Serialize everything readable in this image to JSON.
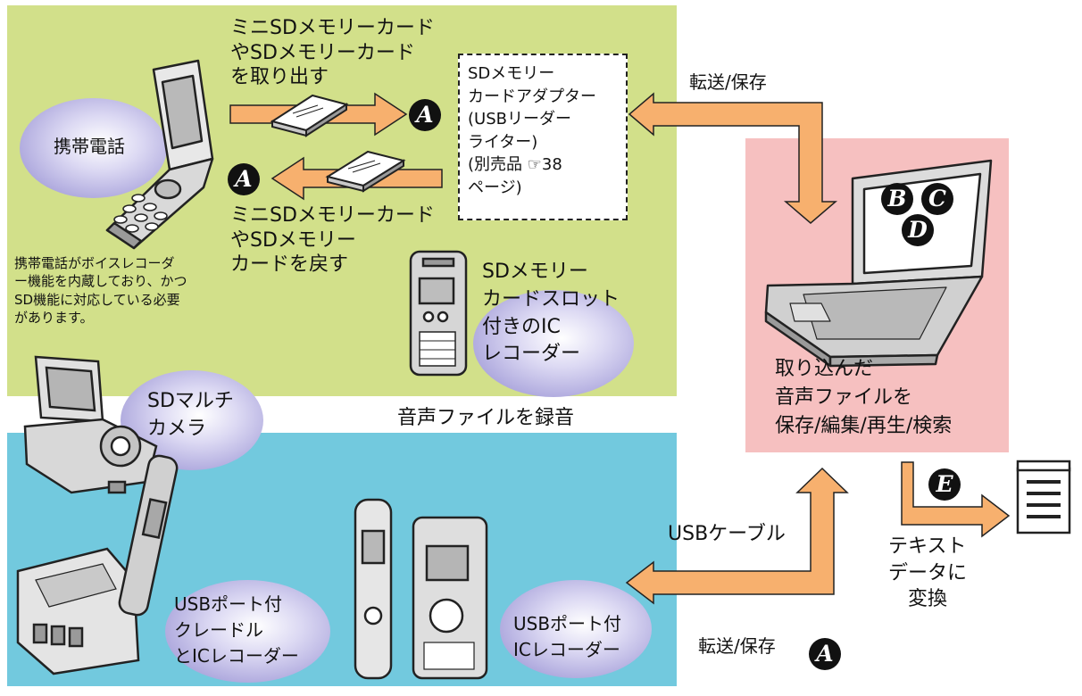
{
  "labels": {
    "sd_remove": "ミニSDメモリーカード\nやSDメモリーカード\nを取り出す",
    "sd_return": "ミニSDメモリーカード\nやSDメモリー\nカードを戻す",
    "adapter": "SDメモリー\nカードアダプター\n(USBリーダー\nライター)\n(別売品 ☞38\nページ)",
    "transfer_top": "転送/保存",
    "transfer_bottom": "転送/保存",
    "usb_cable": "USBケーブル",
    "phone_oval": "携帯電話",
    "phone_note": "携帯電話がボイスレコーダ\nー機能を内蔵しており、かつ\nSD機能に対応している必要\nがあります。",
    "ic_sd_slot": "SDメモリー\nカードスロット\n付きのIC\nレコーダー",
    "sd_camera": "SDマルチ\nカメラ",
    "record_audio": "音声ファイルを録音",
    "pc_actions": "取り込んだ\n音声ファイルを\n保存/編集/再生/検索",
    "to_text": "テキスト\nデータに\n　変換",
    "usb_cradle": "USBポート付\nクレードル\nとICレコーダー",
    "usb_ic": "USBポート付\nICレコーダー"
  },
  "badges": {
    "a": "A",
    "b": "B",
    "c": "C",
    "d": "D",
    "e": "E"
  },
  "colors": {
    "green_panel": "#d2e08a",
    "blue_panel": "#72c9de",
    "pink_panel": "#f6c0c0",
    "arrow": "#f7b06e",
    "oval": "#8f88cf"
  }
}
